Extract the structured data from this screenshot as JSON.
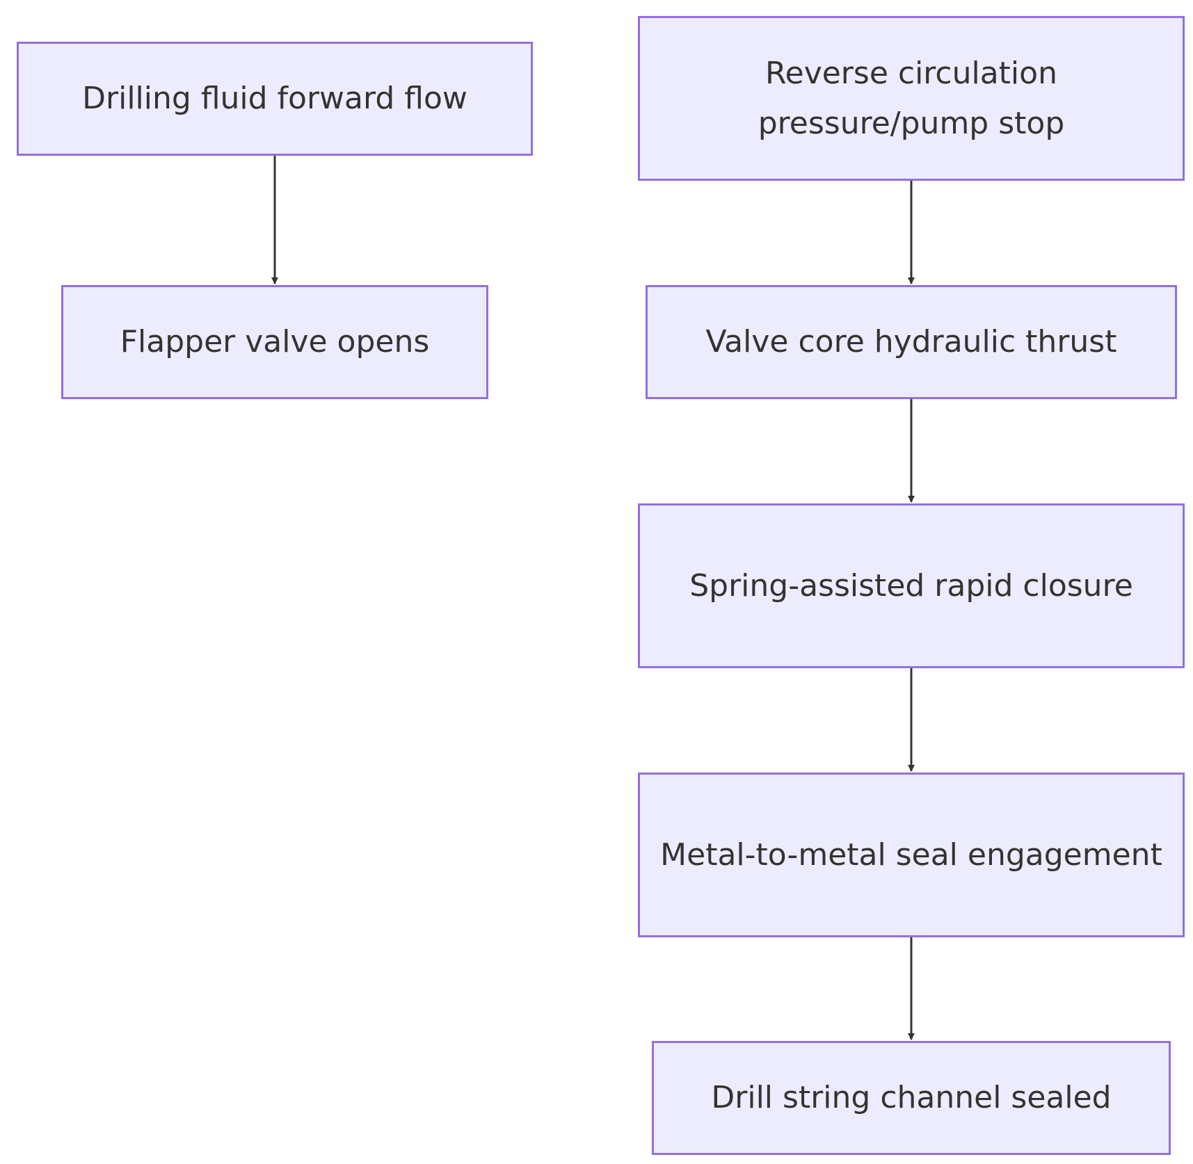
{
  "diagram": {
    "type": "flowchart",
    "direction": "top-down",
    "colors": {
      "node_fill": "#ececfe",
      "node_border": "#9370db",
      "text": "#333333",
      "edge": "#333333",
      "background": "#ffffff"
    },
    "nodes": [
      {
        "id": "n1",
        "label": "Drilling fluid forward flow"
      },
      {
        "id": "n2",
        "label": "Flapper valve opens"
      },
      {
        "id": "n3",
        "label": "Reverse circulation pressure/pump stop"
      },
      {
        "id": "n4",
        "label": "Valve core hydraulic thrust"
      },
      {
        "id": "n5",
        "label": "Spring-assisted rapid closure"
      },
      {
        "id": "n6",
        "label": "Metal-to-metal seal engagement"
      },
      {
        "id": "n7",
        "label": "Drill string channel sealed"
      }
    ],
    "edges": [
      {
        "from": "n1",
        "to": "n2"
      },
      {
        "from": "n3",
        "to": "n4"
      },
      {
        "from": "n4",
        "to": "n5"
      },
      {
        "from": "n5",
        "to": "n6"
      },
      {
        "from": "n6",
        "to": "n7"
      }
    ]
  }
}
